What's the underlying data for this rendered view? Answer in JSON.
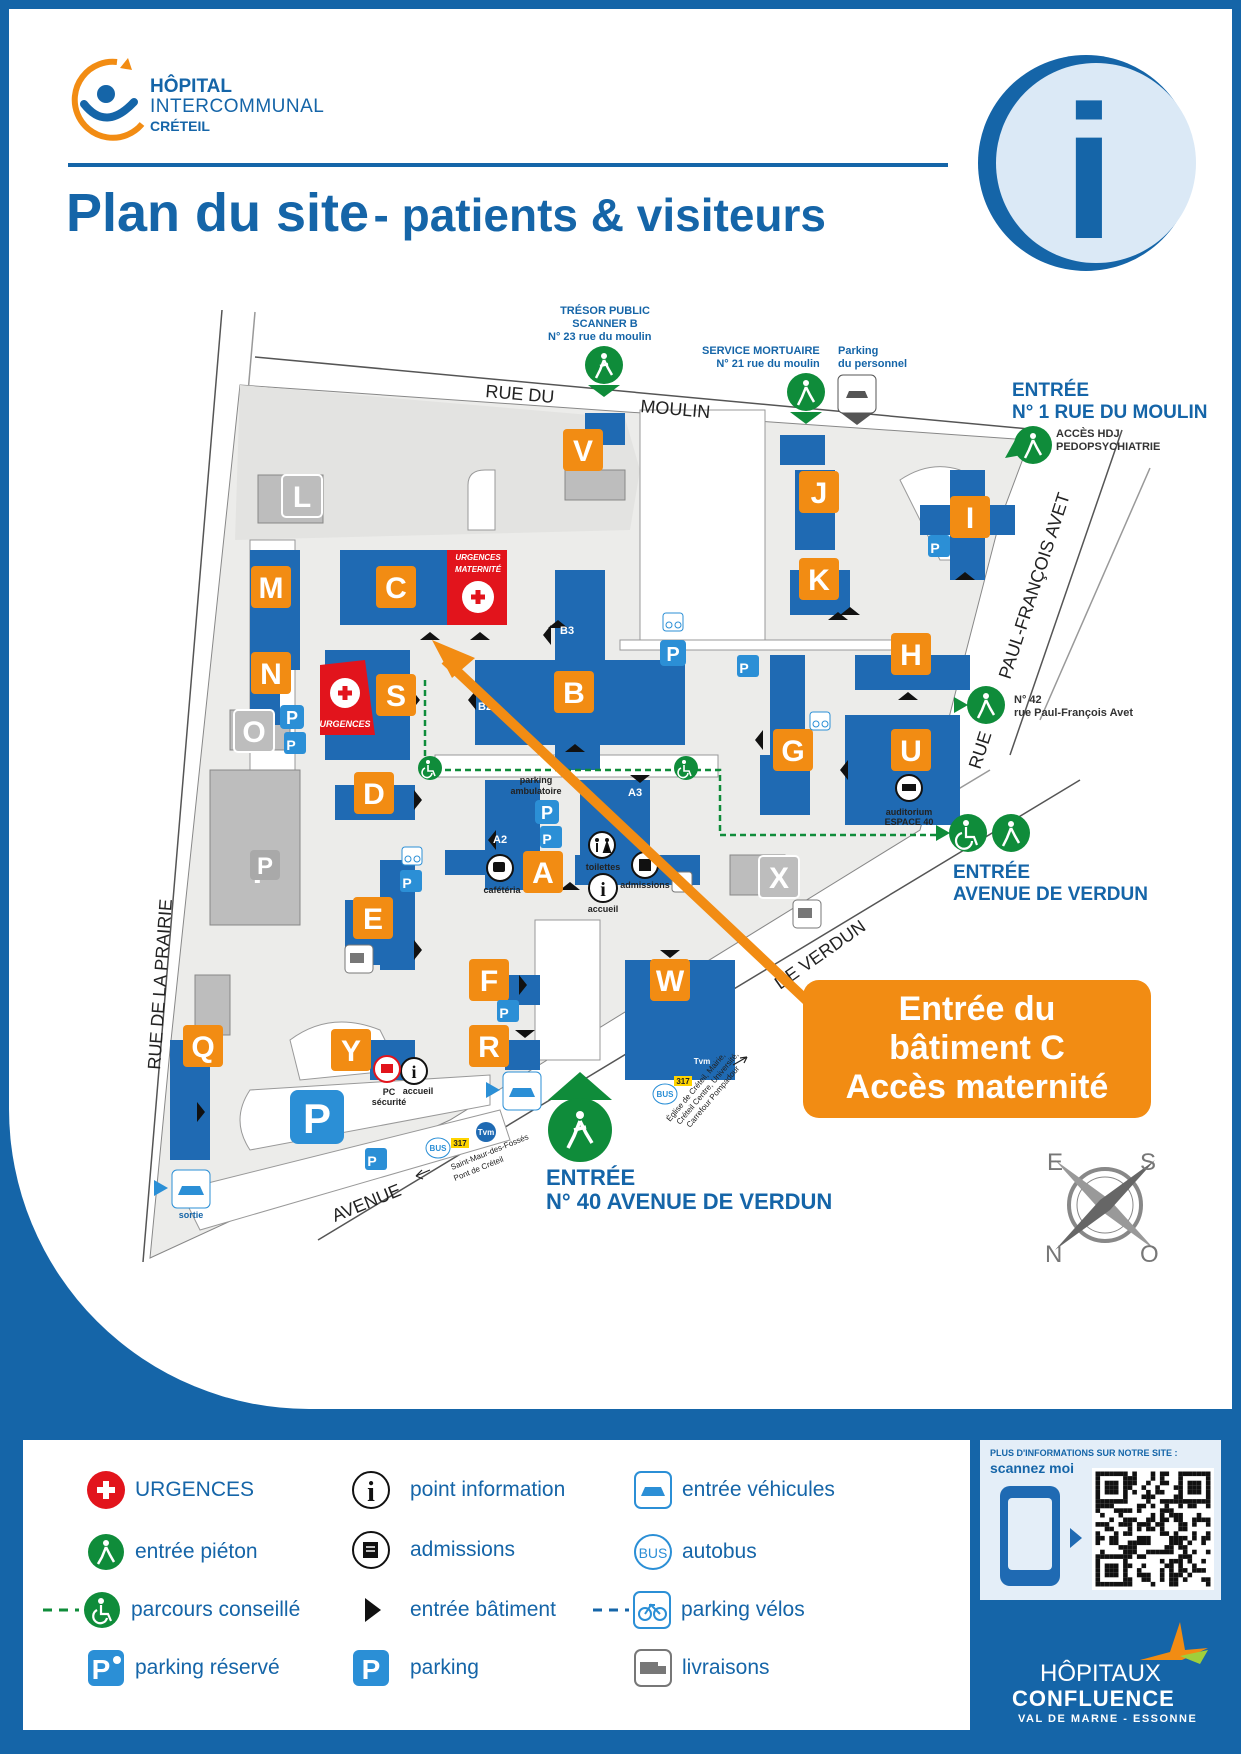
{
  "logo": {
    "line1": "HÔPITAL",
    "line2": "INTERCOMMUNAL",
    "line3": "CRÉTEIL"
  },
  "title": {
    "main": "Plan du site",
    "sub": "- patients & visiteurs"
  },
  "info_icon_letter": "i",
  "streets": {
    "moulin_a": "RUE DU",
    "moulin_b": "MOULIN",
    "prairie": "RUE DE LA PRAIRIE",
    "avet_a": "RUE",
    "avet_b": "PAUL-FRANÇOIS AVET",
    "verdun_a": "AVENUE",
    "verdun_b": "DE VERDUN"
  },
  "entries": {
    "moulin_title_1": "ENTRÉE",
    "moulin_title_2": "N° 1 RUE DU MOULIN",
    "moulin_note_1": "ACCÈS HDJ",
    "moulin_note_2": "PEDOPSYCHIATRIE",
    "verdun_avenue_1": "ENTRÉE",
    "verdun_avenue_2": "AVENUE DE VERDUN",
    "main_1": "ENTRÉE",
    "main_2": "N° 40 AVENUE DE VERDUN",
    "avet_1": "N° 42",
    "avet_2": "rue Paul-François Avet"
  },
  "annotations": {
    "tresor_1": "TRÉSOR PUBLIC",
    "tresor_2": "SCANNER B",
    "tresor_3": "N° 23 rue du moulin",
    "mortuaire_1": "SERVICE MORTUAIRE",
    "mortuaire_2": "N° 21 rue du moulin",
    "parking_perso_1": "Parking",
    "parking_perso_2": "du personnel",
    "urgences_mat_1": "URGENCES",
    "urgences_mat_2": "MATERNITÉ",
    "urgences": "URGENCES",
    "parking_amb_1": "parking",
    "parking_amb_2": "ambulatoire",
    "cafeteria": "cafétéria",
    "toilettes": "toilettes",
    "admissions": "admissions",
    "accueil": "accueil",
    "accueil2": "accueil",
    "pc_1": "PC",
    "pc_2": "sécurité",
    "auditorium_1": "auditorium",
    "auditorium_2": "ESPACE 40",
    "sortie": "sortie",
    "bus_left_1": "Saint-Maur-des-Fossés",
    "bus_left_2": "Pont de Créteil",
    "bus_right_1": "Église de Créteil, Mairie,",
    "bus_right_2": "Créteil Centre, Université,",
    "bus_right_3": "Carrefour Pompadour",
    "bus": "BUS",
    "bus_line": "317",
    "tvm": "Tvm",
    "b3": "B3",
    "b2": "B2",
    "a2": "A2",
    "a3": "A3"
  },
  "buildings": [
    "V",
    "L",
    "J",
    "I",
    "K",
    "M",
    "C",
    "B",
    "H",
    "N",
    "S",
    "O",
    "G",
    "U",
    "D",
    "A",
    "X",
    "E",
    "F",
    "W",
    "Y",
    "R",
    "Q",
    "P"
  ],
  "callout": {
    "line1": "Entrée du",
    "line2": "bâtiment C",
    "line3": "Accès maternité"
  },
  "compass": {
    "e": "E",
    "s": "S",
    "n": "N",
    "o": "O"
  },
  "legend": {
    "urgences": "URGENCES",
    "point_information": "point information",
    "entree_vehicules": "entrée véhicules",
    "entree_pieton": "entrée piéton",
    "admissions": "admissions",
    "autobus": "autobus",
    "parcours": "parcours conseillé",
    "entree_batiment": "entrée bâtiment",
    "parking_velos": "parking vélos",
    "parking_reserve": "parking réservé",
    "parking": "parking",
    "livraisons": "livraisons"
  },
  "qr": {
    "line1": "PLUS D'INFORMATIONS SUR NOTRE SITE :",
    "line2": "scannez moi"
  },
  "brand": {
    "line1": "HÔPITAUX",
    "line2": "CONFLUENCE",
    "line3": "VAL DE MARNE - ESSONNE"
  },
  "colors": {
    "blue": "#1565a8",
    "orange": "#f28c13",
    "red": "#e2141c",
    "green": "#0f8c3a",
    "grey": "#bdbdbd",
    "light_grey": "#e6e6e4"
  }
}
